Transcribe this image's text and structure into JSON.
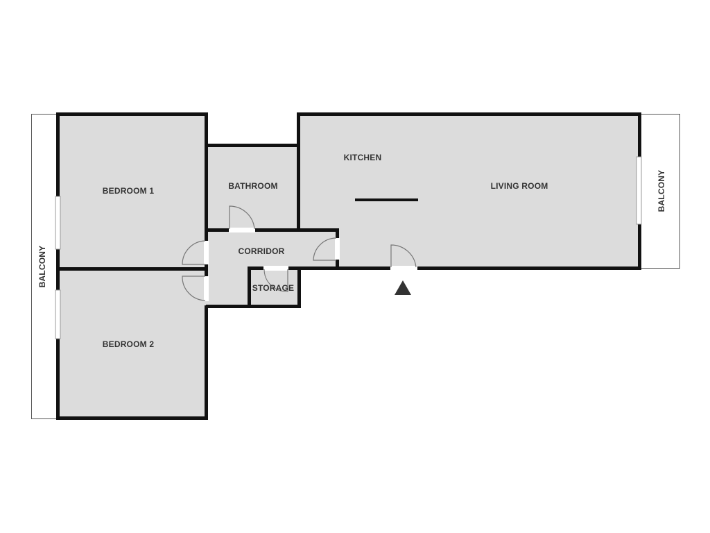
{
  "plan": {
    "colors": {
      "room_fill": "#dcdcdc",
      "wall": "#111111",
      "background": "#ffffff",
      "label": "#333333"
    },
    "rooms": [
      {
        "id": "bedroom-1",
        "label": "BEDROOM 1"
      },
      {
        "id": "bathroom",
        "label": "BATHROOM"
      },
      {
        "id": "kitchen",
        "label": "KITCHEN"
      },
      {
        "id": "living-room",
        "label": "LIVING ROOM"
      },
      {
        "id": "corridor",
        "label": "CORRIDOR"
      },
      {
        "id": "storage",
        "label": "STORAGE"
      },
      {
        "id": "bedroom-2",
        "label": "BEDROOM 2"
      },
      {
        "id": "balcony-left",
        "label": "BALCONY"
      },
      {
        "id": "balcony-right",
        "label": "BALCONY"
      }
    ],
    "entrance_marker": "entrance-arrow"
  }
}
